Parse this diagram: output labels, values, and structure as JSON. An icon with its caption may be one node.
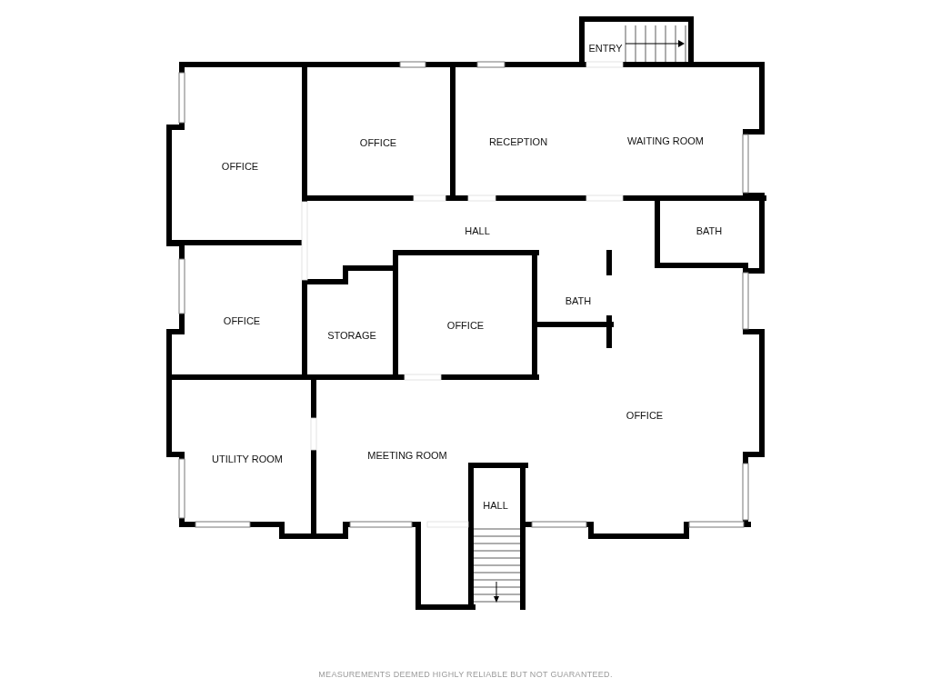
{
  "diagram": {
    "labels": [
      "ENTRY",
      "OFFICE",
      "RECEPTION",
      "WAITING ROOM",
      "OFFICE",
      "HALL",
      "BATH",
      "BATH",
      "OFFICE",
      "STORAGE",
      "OFFICE",
      "OFFICE",
      "UTILITY ROOM",
      "MEETING ROOM",
      "HALL",
      "MEASUREMENTS DEEMED HIGHLY RELIABLE BUT NOT GUARANTEED."
    ]
  }
}
